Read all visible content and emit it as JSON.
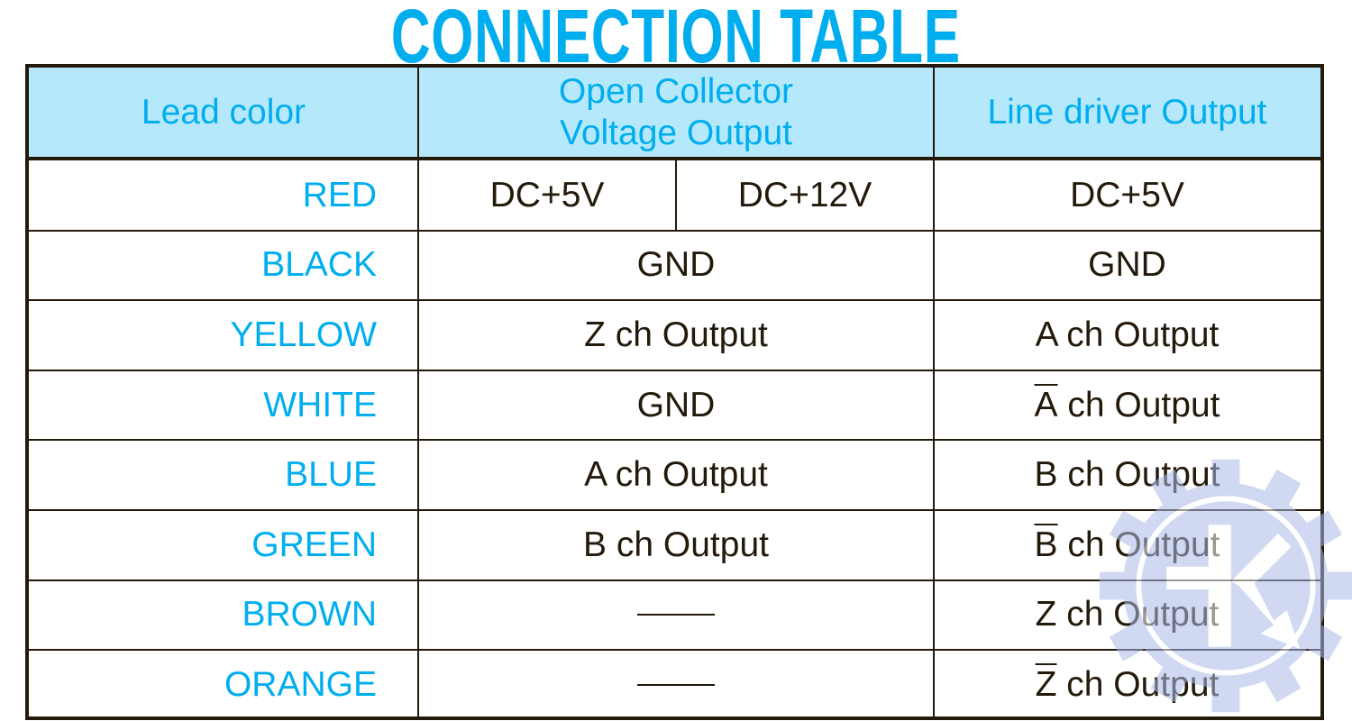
{
  "title": "CONNECTION TABLE",
  "headers": {
    "lead": "Lead color",
    "open_collector": "Open Collector\nVoltage Output",
    "line_driver": "Line driver Output"
  },
  "rows": [
    {
      "lead": "RED",
      "oc_5v": "DC+5V",
      "oc_12v": "DC+12V",
      "ld": {
        "over": "",
        "rest": "DC+5V"
      }
    },
    {
      "lead": "BLACK",
      "oc": "GND",
      "ld": {
        "over": "",
        "rest": "GND"
      }
    },
    {
      "lead": "YELLOW",
      "oc": "Z ch Output",
      "ld": {
        "over": "",
        "rest": "A ch Output"
      }
    },
    {
      "lead": "WHITE",
      "oc": "GND",
      "ld": {
        "over": "A",
        "rest": " ch Output"
      }
    },
    {
      "lead": "BLUE",
      "oc": "A ch Output",
      "ld": {
        "over": "",
        "rest": "B ch Output"
      }
    },
    {
      "lead": "GREEN",
      "oc": "B ch Output",
      "ld": {
        "over": "B",
        "rest": " ch Output"
      }
    },
    {
      "lead": "BROWN",
      "oc": null,
      "ld": {
        "over": "",
        "rest": "Z ch Output"
      }
    },
    {
      "lead": "ORANGE",
      "oc": null,
      "ld": {
        "over": "Z",
        "rest": " ch Output"
      }
    }
  ],
  "colors": {
    "accent": "#00aeef",
    "header_bg": "#b6e8fb",
    "text": "#231a0b",
    "watermark": "#aabbe6"
  },
  "watermark_icon": "gear-k-logo-icon"
}
